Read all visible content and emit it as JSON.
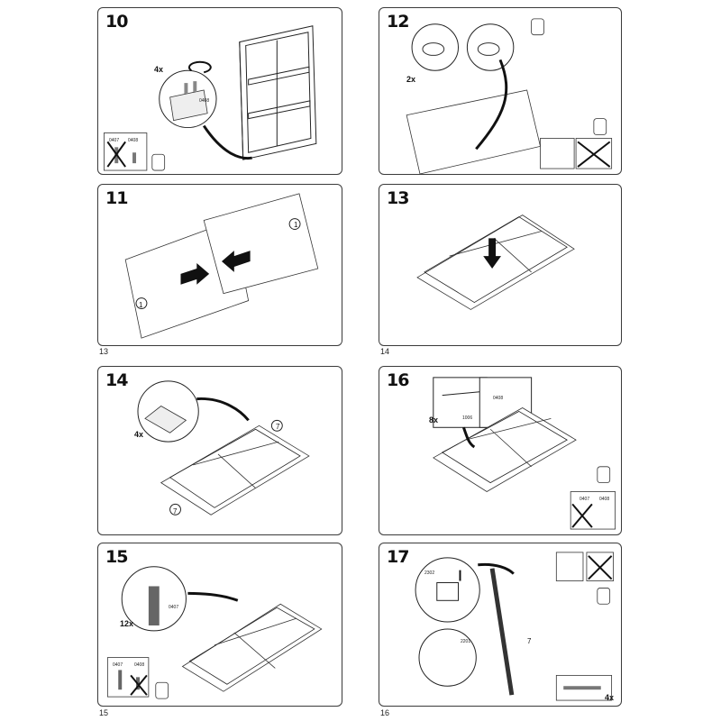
{
  "page_numbers": [
    "13",
    "14",
    "15",
    "16"
  ],
  "steps": [
    {
      "number": "10",
      "multiplier": "4x",
      "codes": [
        "0407",
        "0408"
      ],
      "code_callout": "0408"
    },
    {
      "number": "11",
      "callouts": [
        "1",
        "1"
      ]
    },
    {
      "number": "12",
      "multiplier": "2x"
    },
    {
      "number": "13"
    },
    {
      "number": "14",
      "multiplier": "4x",
      "callouts": [
        "7",
        "7"
      ]
    },
    {
      "number": "15",
      "multiplier": "12x",
      "code_callout": "0407",
      "codes": [
        "0407",
        "0408"
      ]
    },
    {
      "number": "16",
      "multiplier": "8x",
      "code_callouts": [
        "1006",
        "0408"
      ],
      "codes": [
        "0407",
        "0408"
      ]
    },
    {
      "number": "17",
      "code_callouts": [
        "2302",
        "2201"
      ],
      "callout": "7",
      "multiplier": "4x"
    }
  ],
  "icons": [
    "info-booklet-icon",
    "screw-0407-icon",
    "screw-0408-icon",
    "cross-out-icon",
    "arrow-icon",
    "magnifier-callout-icon"
  ]
}
